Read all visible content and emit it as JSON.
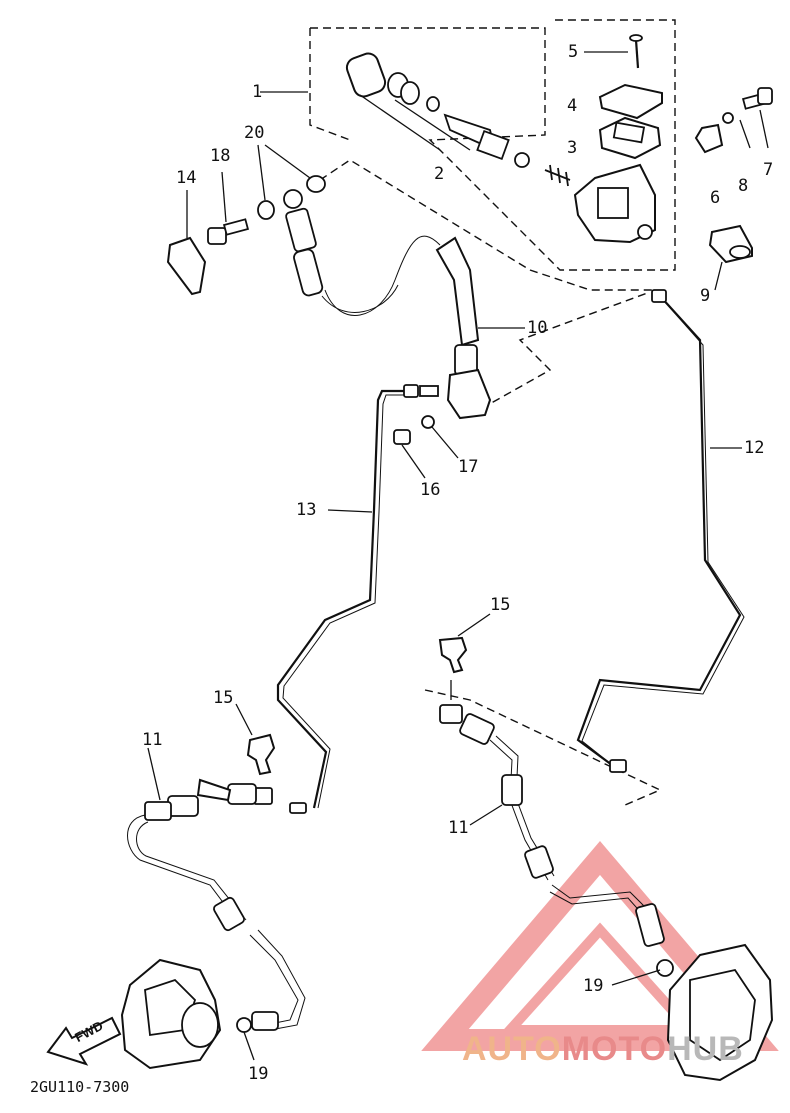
{
  "diagram": {
    "callouts": [
      {
        "id": "1",
        "text": "1"
      },
      {
        "id": "2",
        "text": "2"
      },
      {
        "id": "3",
        "text": "3"
      },
      {
        "id": "4",
        "text": "4"
      },
      {
        "id": "5",
        "text": "5"
      },
      {
        "id": "6",
        "text": "6"
      },
      {
        "id": "7",
        "text": "7"
      },
      {
        "id": "8",
        "text": "8"
      },
      {
        "id": "9",
        "text": "9"
      },
      {
        "id": "10",
        "text": "10"
      },
      {
        "id": "11a",
        "text": "11"
      },
      {
        "id": "11b",
        "text": "11"
      },
      {
        "id": "12",
        "text": "12"
      },
      {
        "id": "13",
        "text": "13"
      },
      {
        "id": "14",
        "text": "14"
      },
      {
        "id": "15a",
        "text": "15"
      },
      {
        "id": "15b",
        "text": "15"
      },
      {
        "id": "16",
        "text": "16"
      },
      {
        "id": "17",
        "text": "17"
      },
      {
        "id": "18",
        "text": "18"
      },
      {
        "id": "19a",
        "text": "19"
      },
      {
        "id": "19b",
        "text": "19"
      },
      {
        "id": "20",
        "text": "20"
      }
    ],
    "direction_badge": "FWD",
    "drawing_code": "2GU110-7300"
  },
  "watermark": {
    "part1": "AUTO",
    "part2": "MOTO",
    "part3": "HUB",
    "color_a": "#f0b48a",
    "color_b": "#e88a8a",
    "color_c": "#b8b8b8"
  }
}
